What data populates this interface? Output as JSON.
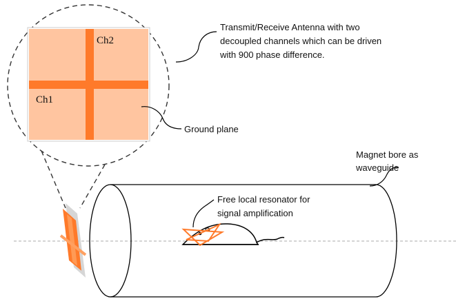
{
  "labels": {
    "antenna_line1": "Transmit/Receive Antenna with two",
    "antenna_line2": "decoupled channels which can be driven",
    "antenna_line3": "with 900 phase difference.",
    "ground_plane": "Ground plane",
    "magnet_line1": "Magnet bore as",
    "magnet_line2": "waveguide",
    "resonator_line1": "Free local resonator for",
    "resonator_line2": "signal amplification",
    "ch1": "Ch1",
    "ch2": "Ch2"
  },
  "colors": {
    "ground_plane_fill": "#FFC5A0",
    "strip": "#FF7A2A",
    "outline": "#000000",
    "dashed": "#333333",
    "axis": "#aaaaaa"
  }
}
